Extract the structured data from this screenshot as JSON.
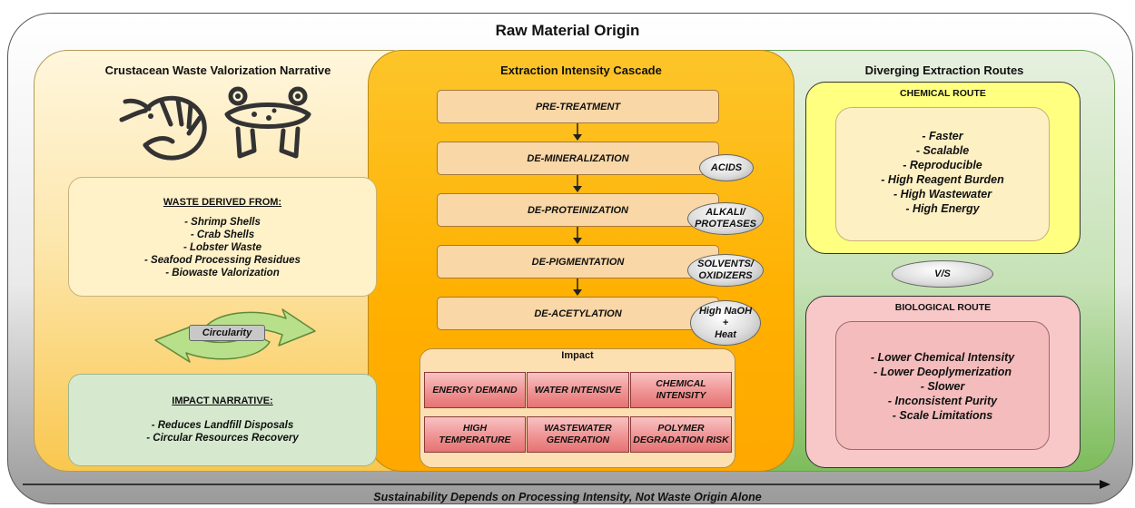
{
  "title": "Raw Material Origin",
  "left_panel": {
    "title": "Crustacean Waste Valorization Narrative",
    "waste_heading": "WASTE DERIVED FROM:",
    "waste_items": [
      "- Shrimp Shells",
      "- Crab Shells",
      "- Lobster Waste",
      "- Seafood Processing Residues",
      "- Biowaste Valorization"
    ],
    "cycle_label": "Circularity",
    "impact_heading": "IMPACT NARRATIVE:",
    "impact_items": [
      "- Reduces Landfill Disposals",
      "- Circular Resources Recovery"
    ]
  },
  "middle_panel": {
    "title": "Extraction Intensity Cascade",
    "steps": [
      "PRE-TREATMENT",
      "DE-MINERALIZATION",
      "DE-PROTEINIZATION",
      "DE-PIGMENTATION",
      "DE-ACETYLATION"
    ],
    "reagents": [
      {
        "lines": [
          "ACIDS"
        ]
      },
      {
        "lines": [
          "ALKALI/",
          "PROTEASES"
        ]
      },
      {
        "lines": [
          "SOLVENTS/",
          "OXIDIZERS"
        ]
      },
      {
        "lines": [
          "High NaOH",
          "+",
          "Heat"
        ]
      }
    ],
    "impact_title": "Impact",
    "impact_cells": [
      [
        "ENERGY DEMAND"
      ],
      [
        "WATER INTENSIVE"
      ],
      [
        "CHEMICAL",
        "INTENSITY"
      ],
      [
        "HIGH",
        "TEMPERATURE"
      ],
      [
        "WASTEWATER",
        "GENERATION"
      ],
      [
        "POLYMER",
        "DEGRADATION RISK"
      ]
    ]
  },
  "right_panel": {
    "title": "Diverging Extraction Routes",
    "chemical_title": "CHEMICAL ROUTE",
    "chemical_items": [
      "- Faster",
      "- Scalable",
      "- Reproducible",
      "- High Reagent Burden",
      "- High Wastewater",
      "- High Energy"
    ],
    "vs_label": "V/S",
    "biological_title": "BIOLOGICAL ROUTE",
    "biological_items": [
      "- Lower Chemical Intensity",
      "- Lower Deoplymerization",
      "- Slower",
      "- Inconsistent Purity",
      "- Scale Limitations"
    ]
  },
  "footer": "Sustainability Depends on Processing Intensity, Not Waste Origin Alone",
  "colors": {
    "left_panel": "#fde7ae",
    "middle_panel": "#ffb000",
    "right_panel": "#c6e2b6",
    "chemical_route": "#ffff80",
    "biological_route": "#f8c8c8",
    "impact_cell": "#ef8f8f",
    "cycle_arrow": "#b8e08a"
  },
  "icons": [
    "shrimp-icon",
    "crab-icon",
    "cycle-arrows-icon"
  ]
}
